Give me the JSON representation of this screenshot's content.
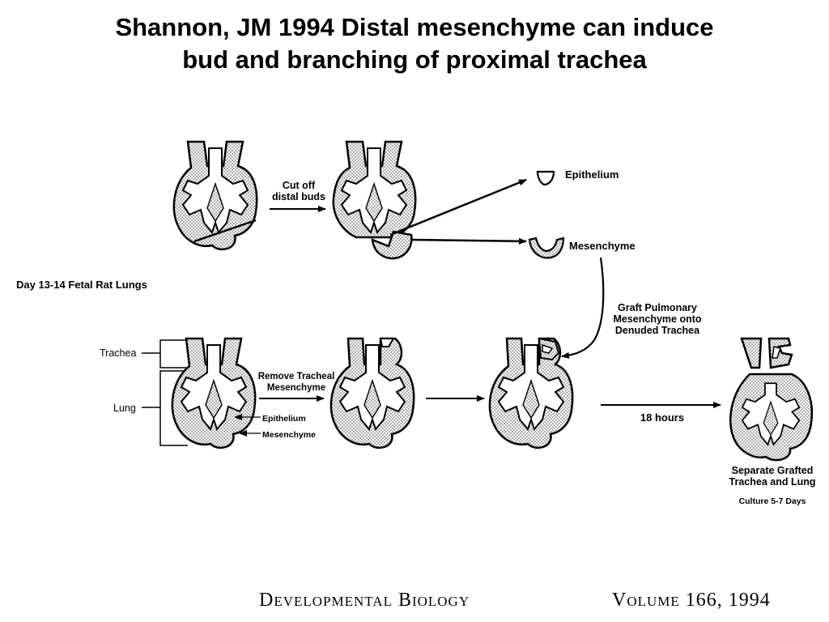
{
  "title": {
    "line1": "Shannon, JM 1994 Distal mesenchyme can induce",
    "line2": "bud and branching of proximal trachea"
  },
  "diagram": {
    "top_row": {
      "cut_label_1": "Cut off",
      "cut_label_2": "distal buds",
      "epithelium": "Epithelium",
      "mesenchyme": "Mesenchyme"
    },
    "side_label": "Day 13-14 Fetal Rat Lungs",
    "graft_label": [
      "Graft Pulmonary",
      "Mesenchyme onto",
      "Denuded Trachea"
    ],
    "bottom_row": {
      "trachea": "Trachea",
      "lung": "Lung",
      "epithelium": "Epithelium",
      "mesenchyme": "Mesenchyme",
      "remove_1": "Remove Tracheal",
      "remove_2": "Mesenchyme",
      "hours": "18 hours",
      "separate_1": "Separate Grafted",
      "separate_2": "Trachea and Lung",
      "culture": "Culture 5-7 Days"
    }
  },
  "footer": {
    "journal": "Developmental Biology",
    "volume": "Volume 166, 1994"
  }
}
